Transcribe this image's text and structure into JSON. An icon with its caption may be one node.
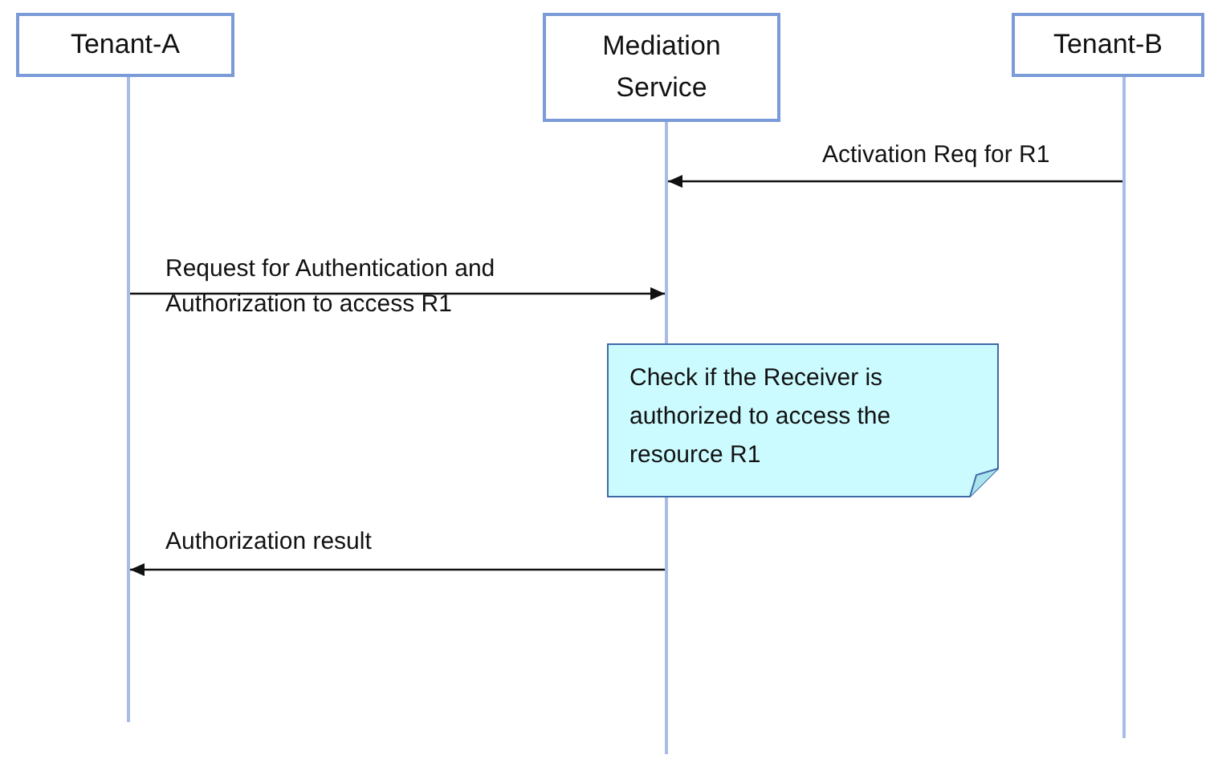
{
  "diagram": {
    "nodes": [
      {
        "text": [
          "Tenant-A"
        ]
      },
      {
        "text": [
          "Mediation Service"
        ]
      },
      {
        "text": [
          "Tenant-B"
        ]
      },
      {
        "text": [
          "Check if the Receiver is authorized to access the resource R1"
        ]
      },
      {
        "text": [],
        "shape": "line"
      },
      {
        "text": [],
        "shape": "line"
      },
      {
        "text": [],
        "shape": "line"
      }
    ],
    "edges": [
      {
        "from": 6,
        "to": 5,
        "arrow": "to",
        "label": "Activation Req for R1"
      },
      {
        "from": 4,
        "to": 5,
        "arrow": "to",
        "label": "Request for Authentication and Authorization to access R1"
      },
      {
        "from": 5,
        "to": 4,
        "arrow": "to",
        "label": "Authorization result"
      }
    ]
  }
}
